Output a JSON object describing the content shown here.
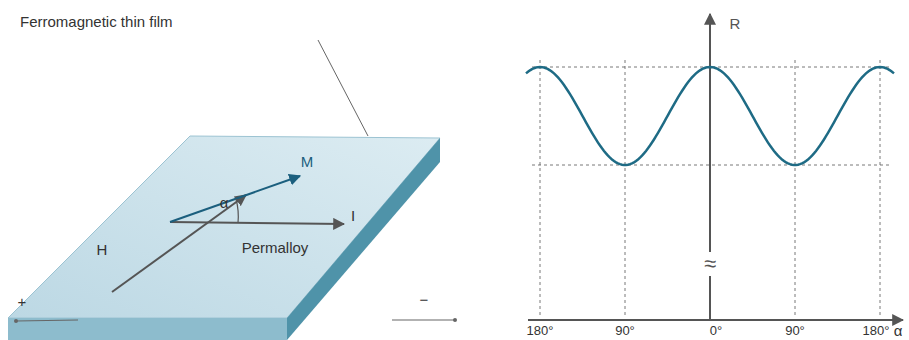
{
  "diagram": {
    "labels": [
      "Ferromagnetic thin film",
      "+",
      "H",
      "α",
      "M",
      "I",
      "Permalloy",
      "−",
      "R",
      "≈",
      "180°",
      "90°",
      "0°",
      "90°",
      "180°",
      "α"
    ]
  }
}
